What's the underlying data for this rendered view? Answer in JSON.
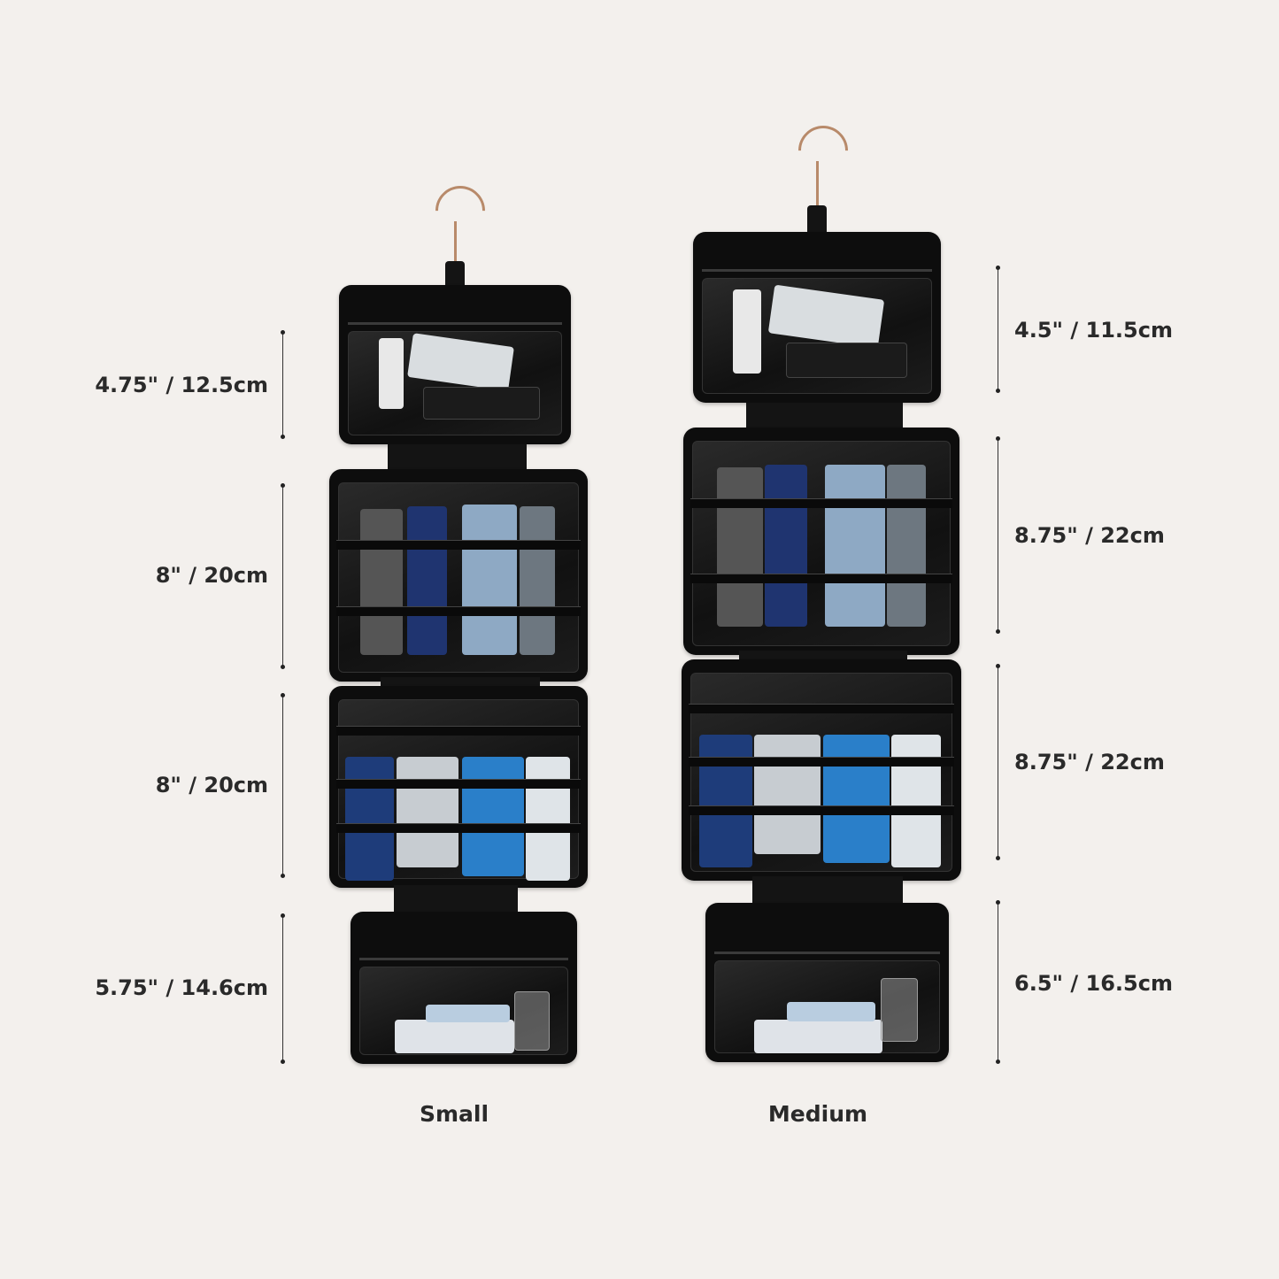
{
  "sizes": [
    {
      "name": "Small",
      "dimensions": [
        "4.75\" / 12.5cm",
        "8\" / 20cm",
        "8\" / 20cm",
        "5.75\" / 14.6cm"
      ]
    },
    {
      "name": "Medium",
      "dimensions": [
        "4.5\" / 11.5cm",
        "8.75\" / 22cm",
        "8.75\" / 22cm",
        "6.5\" / 16.5cm"
      ]
    }
  ],
  "colors": {
    "background": "#f3f0ed",
    "bag": "#0d0d0d",
    "hook": "#b88a6a",
    "text": "#2a2a2a"
  }
}
